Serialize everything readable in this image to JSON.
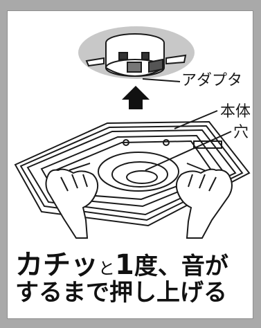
{
  "labels": {
    "adapter": "アダプタ",
    "body": "本体",
    "hole": "穴"
  },
  "caption": {
    "part1_bold": "カチッ",
    "part2_small": "と",
    "part3_number": "1",
    "part4": "度、音が",
    "line2": "するまで押し上げる"
  },
  "colors": {
    "frame": "#a9a9a9",
    "adapter_glow": "#c8c8c8",
    "arrow": "#111111"
  }
}
